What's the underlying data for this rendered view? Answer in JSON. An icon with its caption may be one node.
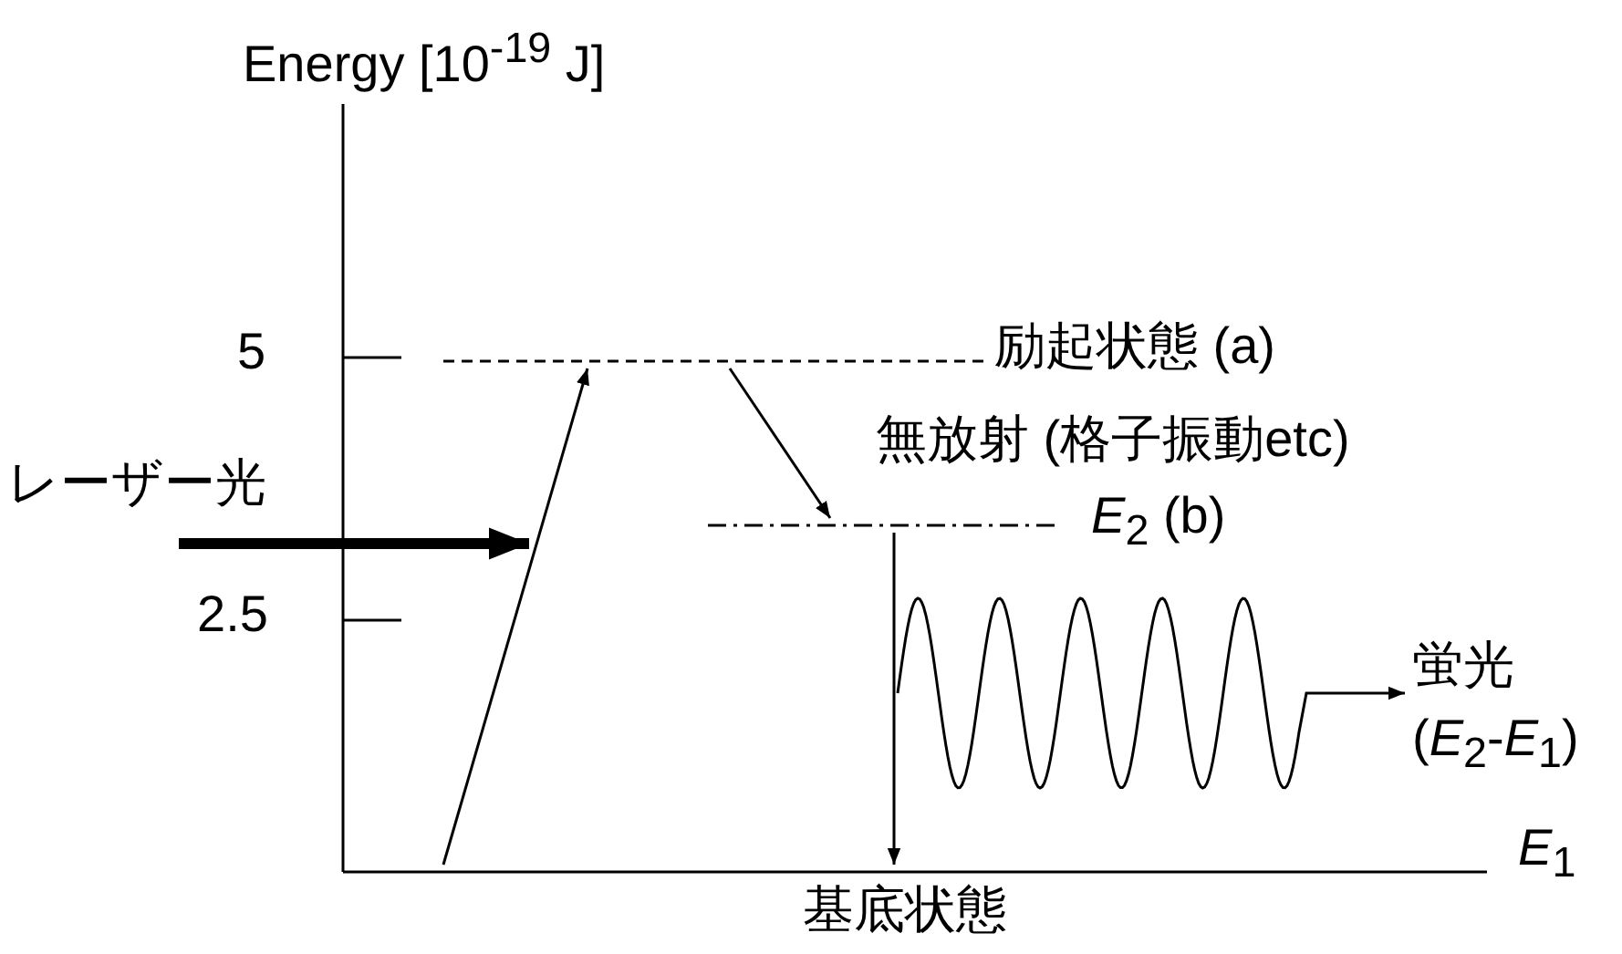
{
  "diagram": {
    "nodes": [
      {
        "text": [],
        "shape": "bar",
        "beside": [
          "励起状態 (a)"
        ]
      },
      {
        "text": [],
        "shape": "bar",
        "beside": [
          "*E*$_{2}$ (b)"
        ]
      },
      {
        "text": [],
        "shape": "bar",
        "beside": [
          "*E*$_{1}$",
          "基底状態"
        ]
      },
      {
        "text": [
          "蛍光",
          "(*E*$_{2}$-*E*$_{1}$)"
        ]
      }
    ],
    "edges": [
      {
        "from": 2,
        "to": 0,
        "arrow": "to"
      },
      {
        "from": 0,
        "to": 1,
        "arrow": "to",
        "label": "無放射 (格子振動etc)"
      },
      {
        "from": 1,
        "to": 2,
        "arrow": "to"
      },
      {
        "from": null,
        "to": 3,
        "arrow": "to"
      }
    ],
    "labels": [
      "Energy [10$^{-19}$ J]",
      "5",
      "2.5",
      "レーザー光"
    ]
  }
}
